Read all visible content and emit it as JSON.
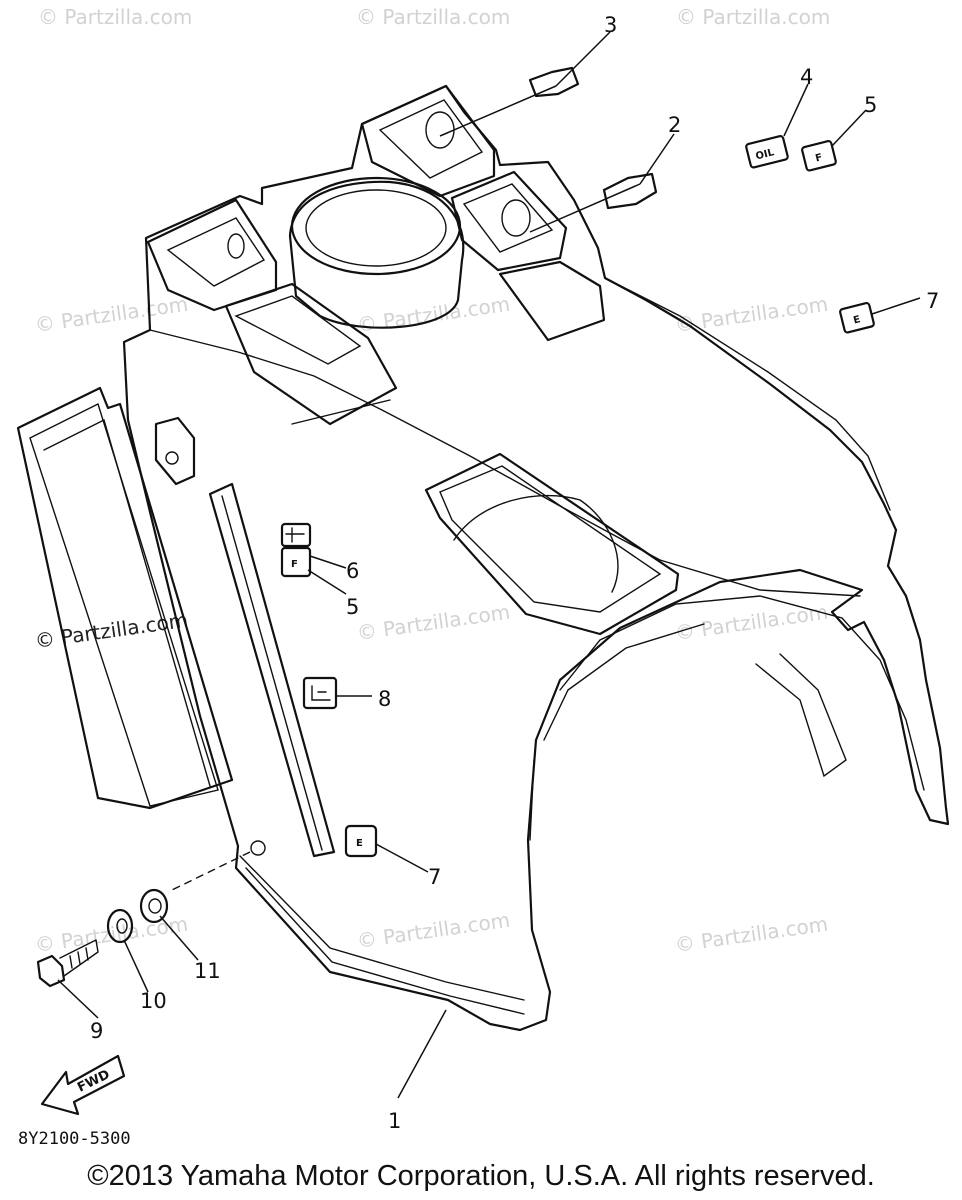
{
  "diagram": {
    "code": "8Y2100-5300",
    "fwd_label": "FWD",
    "callouts": [
      {
        "id": "c1",
        "label": "1"
      },
      {
        "id": "c2",
        "label": "2"
      },
      {
        "id": "c3",
        "label": "3"
      },
      {
        "id": "c4",
        "label": "4"
      },
      {
        "id": "c5a",
        "label": "5"
      },
      {
        "id": "c5b",
        "label": "5"
      },
      {
        "id": "c6",
        "label": "6"
      },
      {
        "id": "c7a",
        "label": "7"
      },
      {
        "id": "c7b",
        "label": "7"
      },
      {
        "id": "c8",
        "label": "8"
      },
      {
        "id": "c9",
        "label": "9"
      },
      {
        "id": "c10",
        "label": "10"
      },
      {
        "id": "c11",
        "label": "11"
      }
    ],
    "labels": {
      "oil": "OIL",
      "f": "F",
      "e": "E"
    }
  },
  "watermark": {
    "text": "© Partzilla.com",
    "text_dark": "© Partzilla.com"
  },
  "footer": {
    "copyright": "©2013 Yamaha Motor Corporation, U.S.A. All rights reserved."
  }
}
